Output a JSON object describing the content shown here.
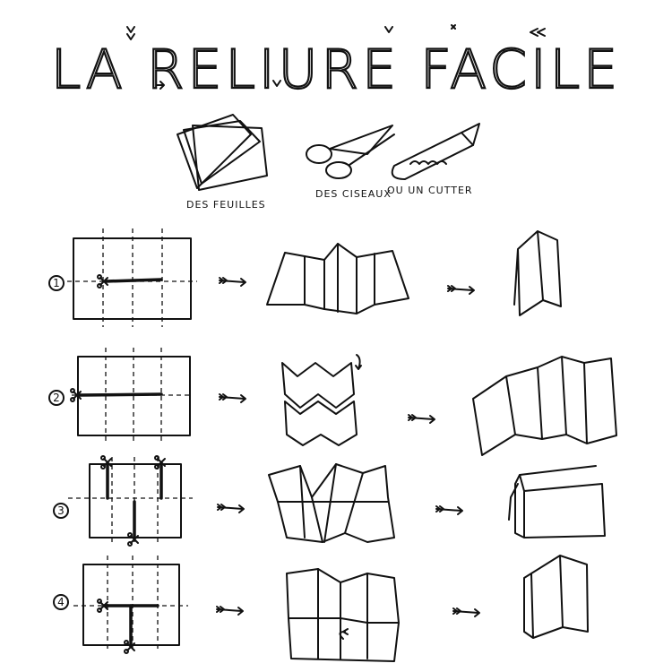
{
  "title": "LA RELIURE FACILE",
  "materials": {
    "sheets_label": "DES FEUILLES",
    "scissors_label": "DES CISEAUX",
    "cutter_label": "OU UN CUTTER"
  },
  "steps": [
    {
      "number": "1"
    },
    {
      "number": "2"
    },
    {
      "number": "3"
    },
    {
      "number": "4"
    }
  ]
}
